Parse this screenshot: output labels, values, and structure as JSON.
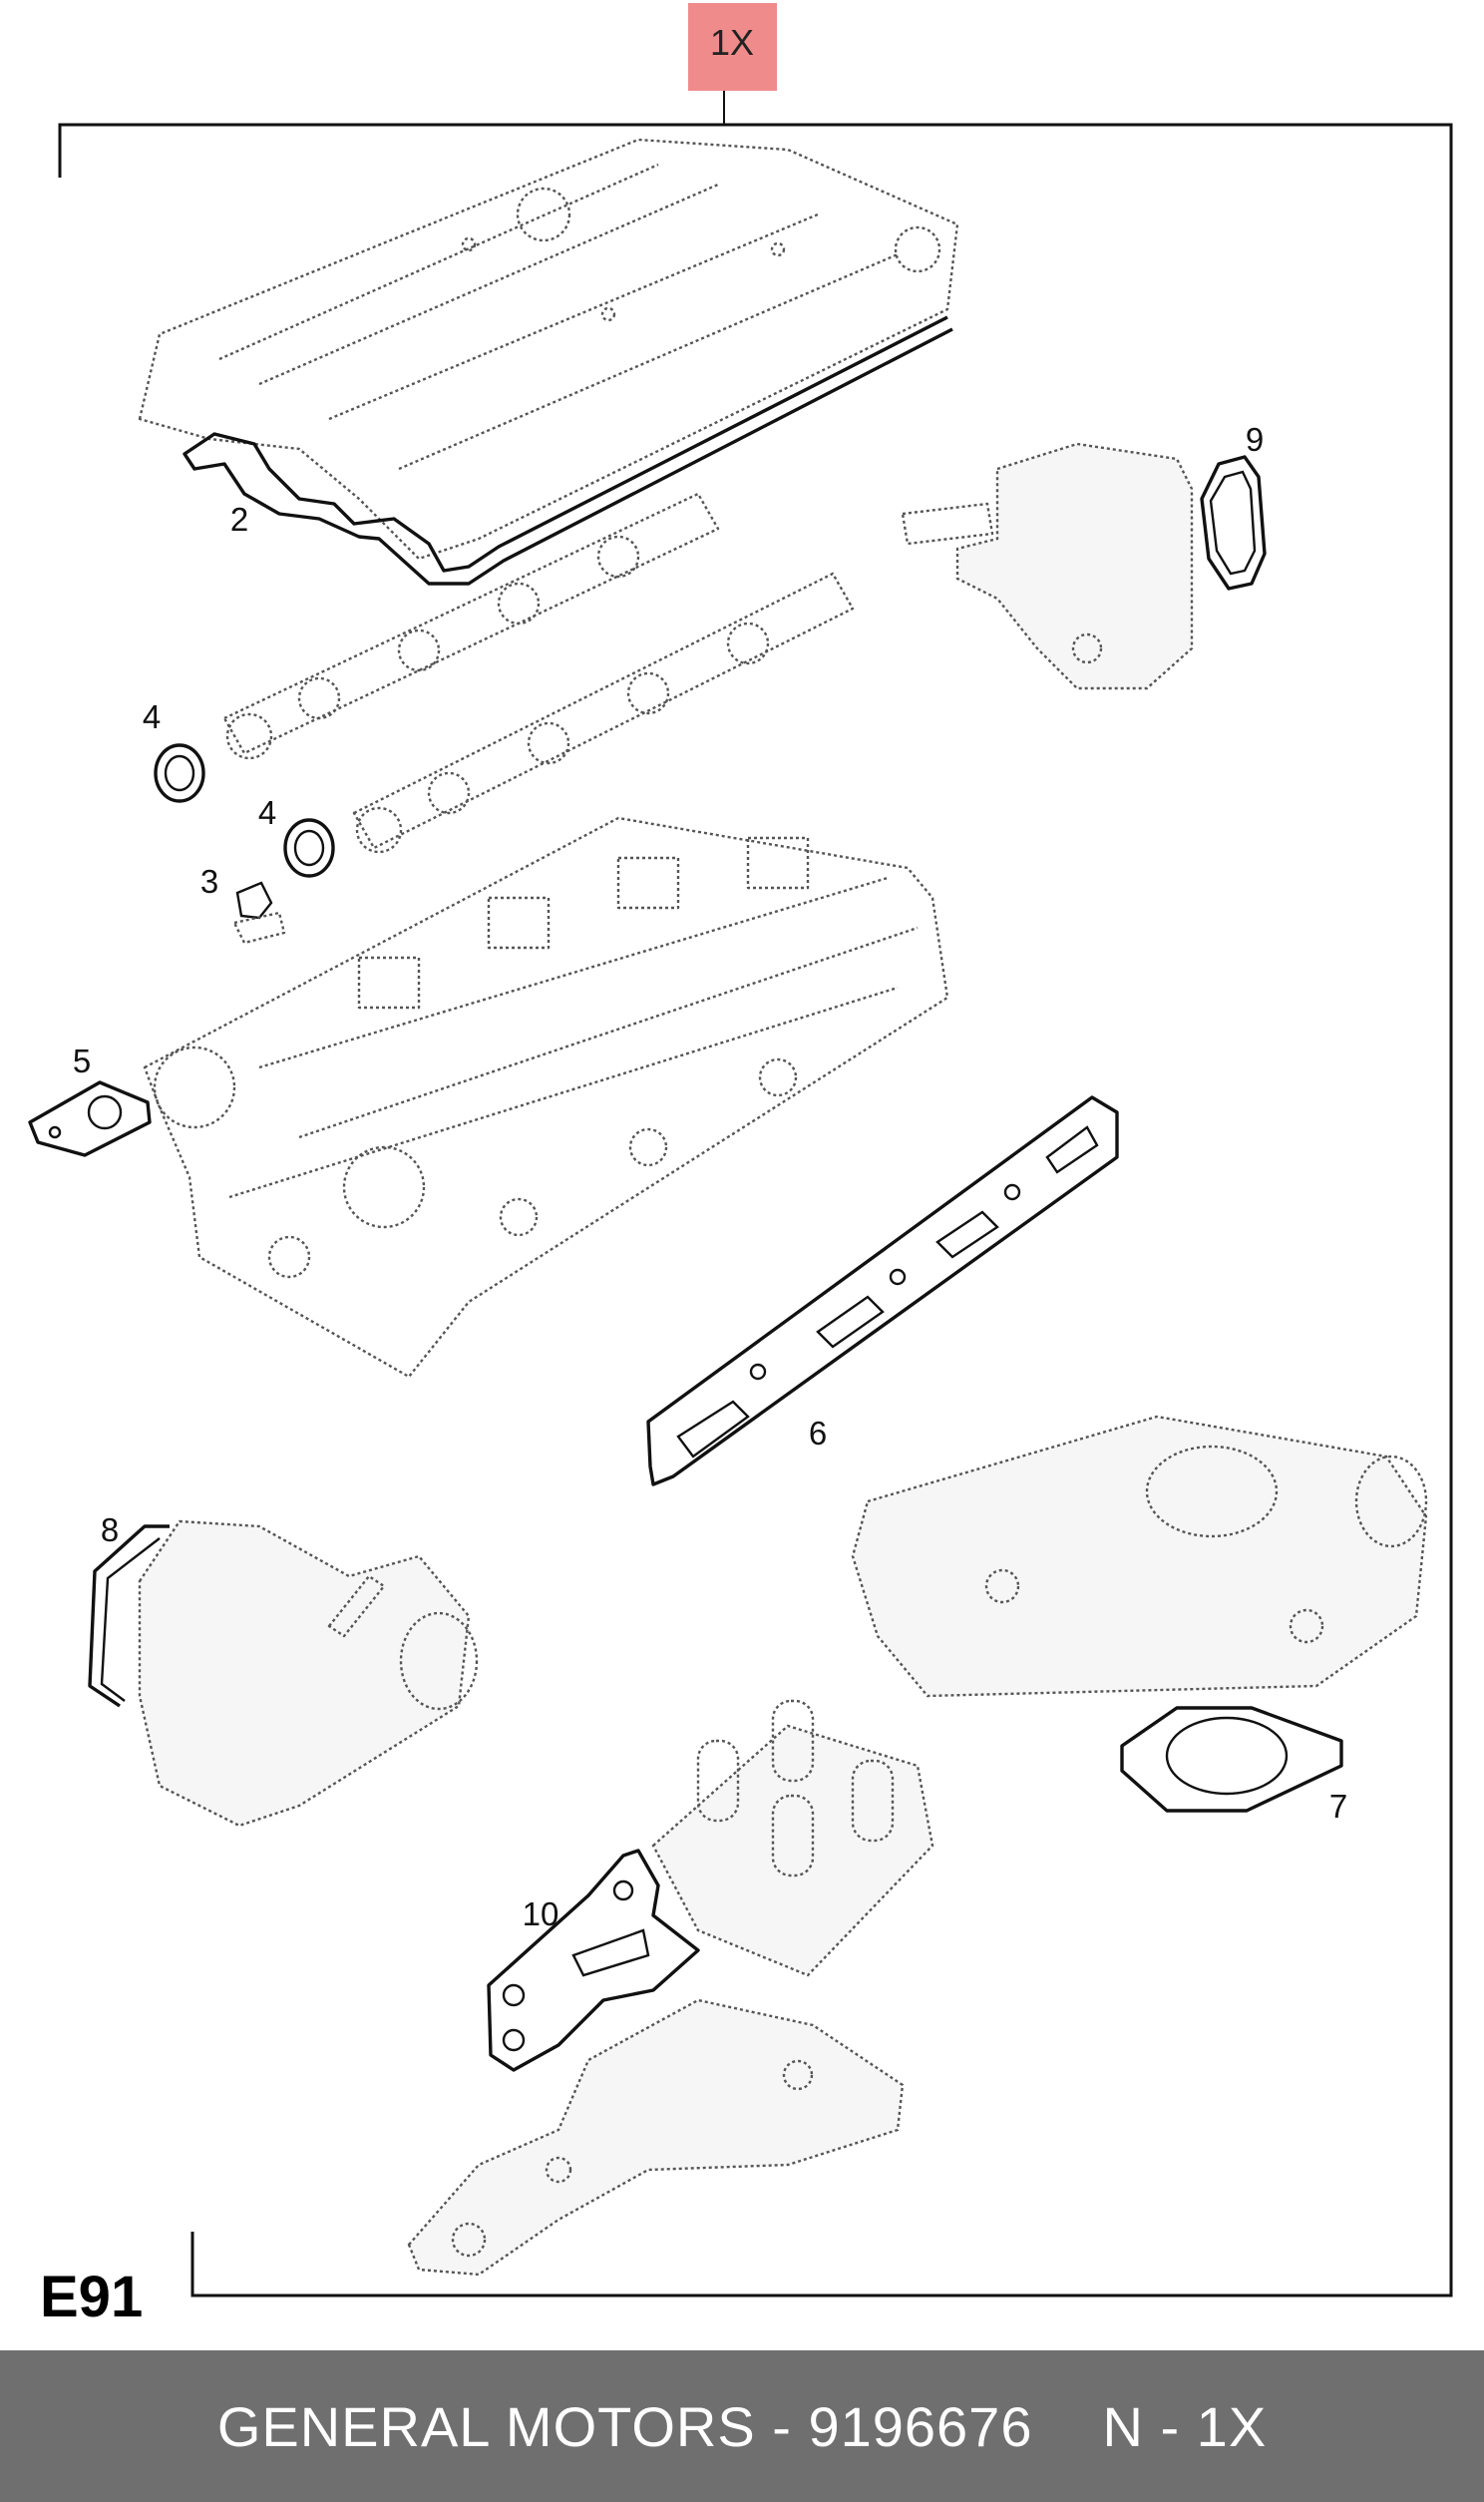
{
  "diagram": {
    "page_code": "E91",
    "reference": "1X",
    "callouts": {
      "c2": "2",
      "c3": "3",
      "c4a": "4",
      "c4b": "4",
      "c5": "5",
      "c6": "6",
      "c7": "7",
      "c8": "8",
      "c9": "9",
      "c10": "10"
    }
  },
  "footer": {
    "brand_part": "GENERAL MOTORS - 9196676",
    "quantity": "N - 1X"
  },
  "colors": {
    "reference_box": "#f08b8b",
    "footer_bg": "#6f6f6f"
  }
}
